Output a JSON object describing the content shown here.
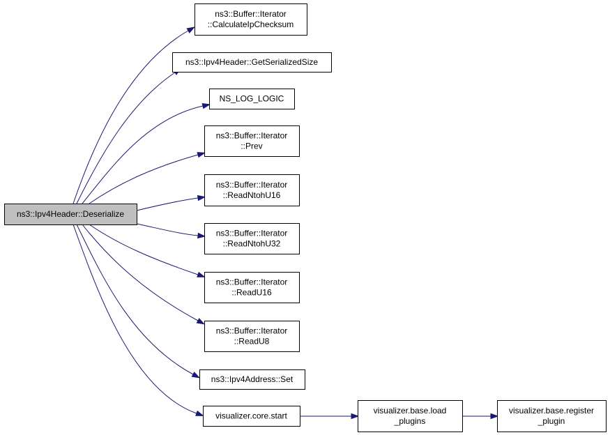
{
  "colors": {
    "edge": "#191970",
    "root_fill": "#bfbfbf",
    "node_fill": "#ffffff",
    "node_border": "#000000"
  },
  "nodes": {
    "deserialize": [
      "ns3::Ipv4Header::Deserialize"
    ],
    "calc_checksum": [
      "ns3::Buffer::Iterator",
      "::CalculateIpChecksum"
    ],
    "get_serialized_size": [
      "ns3::Ipv4Header::GetSerializedSize"
    ],
    "ns_log_logic": [
      "NS_LOG_LOGIC"
    ],
    "prev": [
      "ns3::Buffer::Iterator",
      "::Prev"
    ],
    "read_ntoh_u16": [
      "ns3::Buffer::Iterator",
      "::ReadNtohU16"
    ],
    "read_ntoh_u32": [
      "ns3::Buffer::Iterator",
      "::ReadNtohU32"
    ],
    "read_u16": [
      "ns3::Buffer::Iterator",
      "::ReadU16"
    ],
    "read_u8": [
      "ns3::Buffer::Iterator",
      "::ReadU8"
    ],
    "ipv4_address_set": [
      "ns3::Ipv4Address::Set"
    ],
    "core_start": [
      "visualizer.core.start"
    ],
    "load_plugins": [
      "visualizer.base.load",
      "_plugins"
    ],
    "register_plugin": [
      "visualizer.base.register",
      "_plugin"
    ]
  },
  "edges": [
    [
      "deserialize",
      "calc_checksum"
    ],
    [
      "deserialize",
      "get_serialized_size"
    ],
    [
      "deserialize",
      "ns_log_logic"
    ],
    [
      "deserialize",
      "prev"
    ],
    [
      "deserialize",
      "read_ntoh_u16"
    ],
    [
      "deserialize",
      "read_ntoh_u32"
    ],
    [
      "deserialize",
      "read_u16"
    ],
    [
      "deserialize",
      "read_u8"
    ],
    [
      "deserialize",
      "ipv4_address_set"
    ],
    [
      "deserialize",
      "core_start"
    ],
    [
      "core_start",
      "load_plugins"
    ],
    [
      "load_plugins",
      "register_plugin"
    ]
  ]
}
